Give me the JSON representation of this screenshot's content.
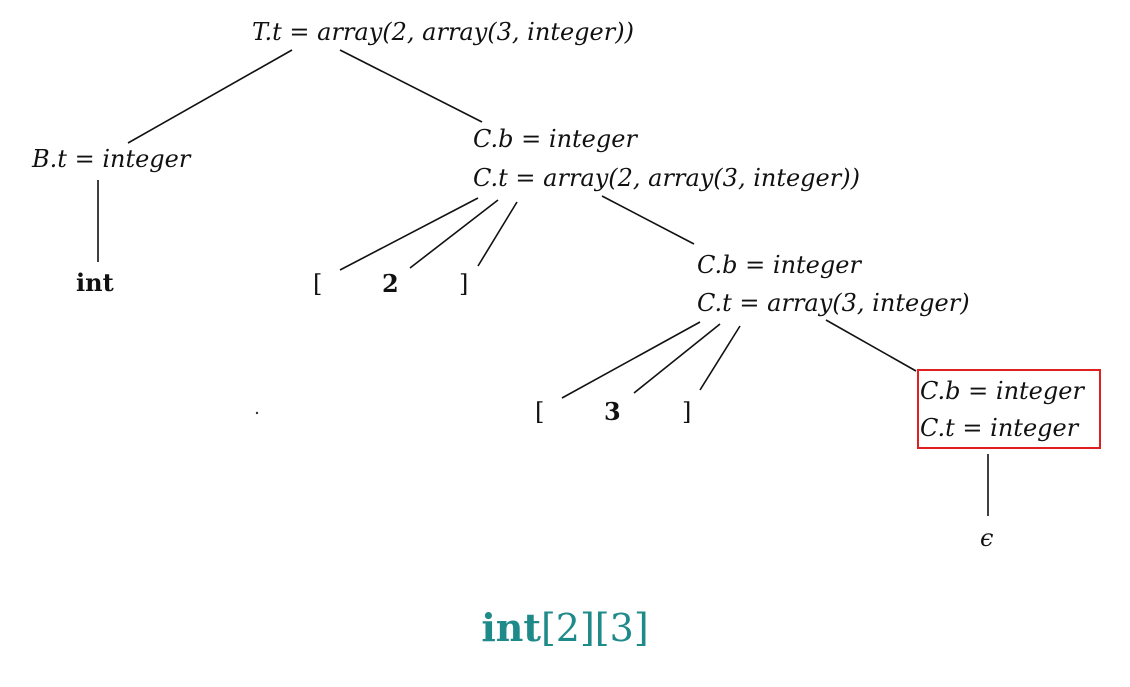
{
  "nodes": {
    "root": {
      "lhs": "T.t",
      "eq": "=",
      "rhs_fn": "array",
      "rhs_args": "(2, array(3, integer))"
    },
    "b": {
      "lhs": "B.t",
      "eq": "=",
      "rhs": "integer"
    },
    "c1": {
      "line1": {
        "lhs": "C.b",
        "eq": "=",
        "rhs": "integer"
      },
      "line2": {
        "lhs": "C.t",
        "eq": "=",
        "rhs": "array(2, array(3, integer))"
      }
    },
    "c2": {
      "line1": {
        "lhs": "C.b",
        "eq": "=",
        "rhs": "integer"
      },
      "line2": {
        "lhs": "C.t",
        "eq": "=",
        "rhs": "array(3, integer)"
      }
    },
    "c3": {
      "line1": {
        "lhs": "C.b",
        "eq": "=",
        "rhs": "integer"
      },
      "line2": {
        "lhs": "C.t",
        "eq": "=",
        "rhs": "integer"
      }
    }
  },
  "leaves": {
    "int": "int",
    "lbracket1": "[",
    "num1": "2",
    "rbracket1": "]",
    "lbracket2": "[",
    "num2": "3",
    "rbracket2": "]",
    "epsilon": "ϵ"
  },
  "caption": {
    "kw": "int",
    "rest": "[2][3]"
  },
  "colors": {
    "highlight": "#e02020",
    "caption": "#1f8a8a",
    "ink": "#111111"
  }
}
